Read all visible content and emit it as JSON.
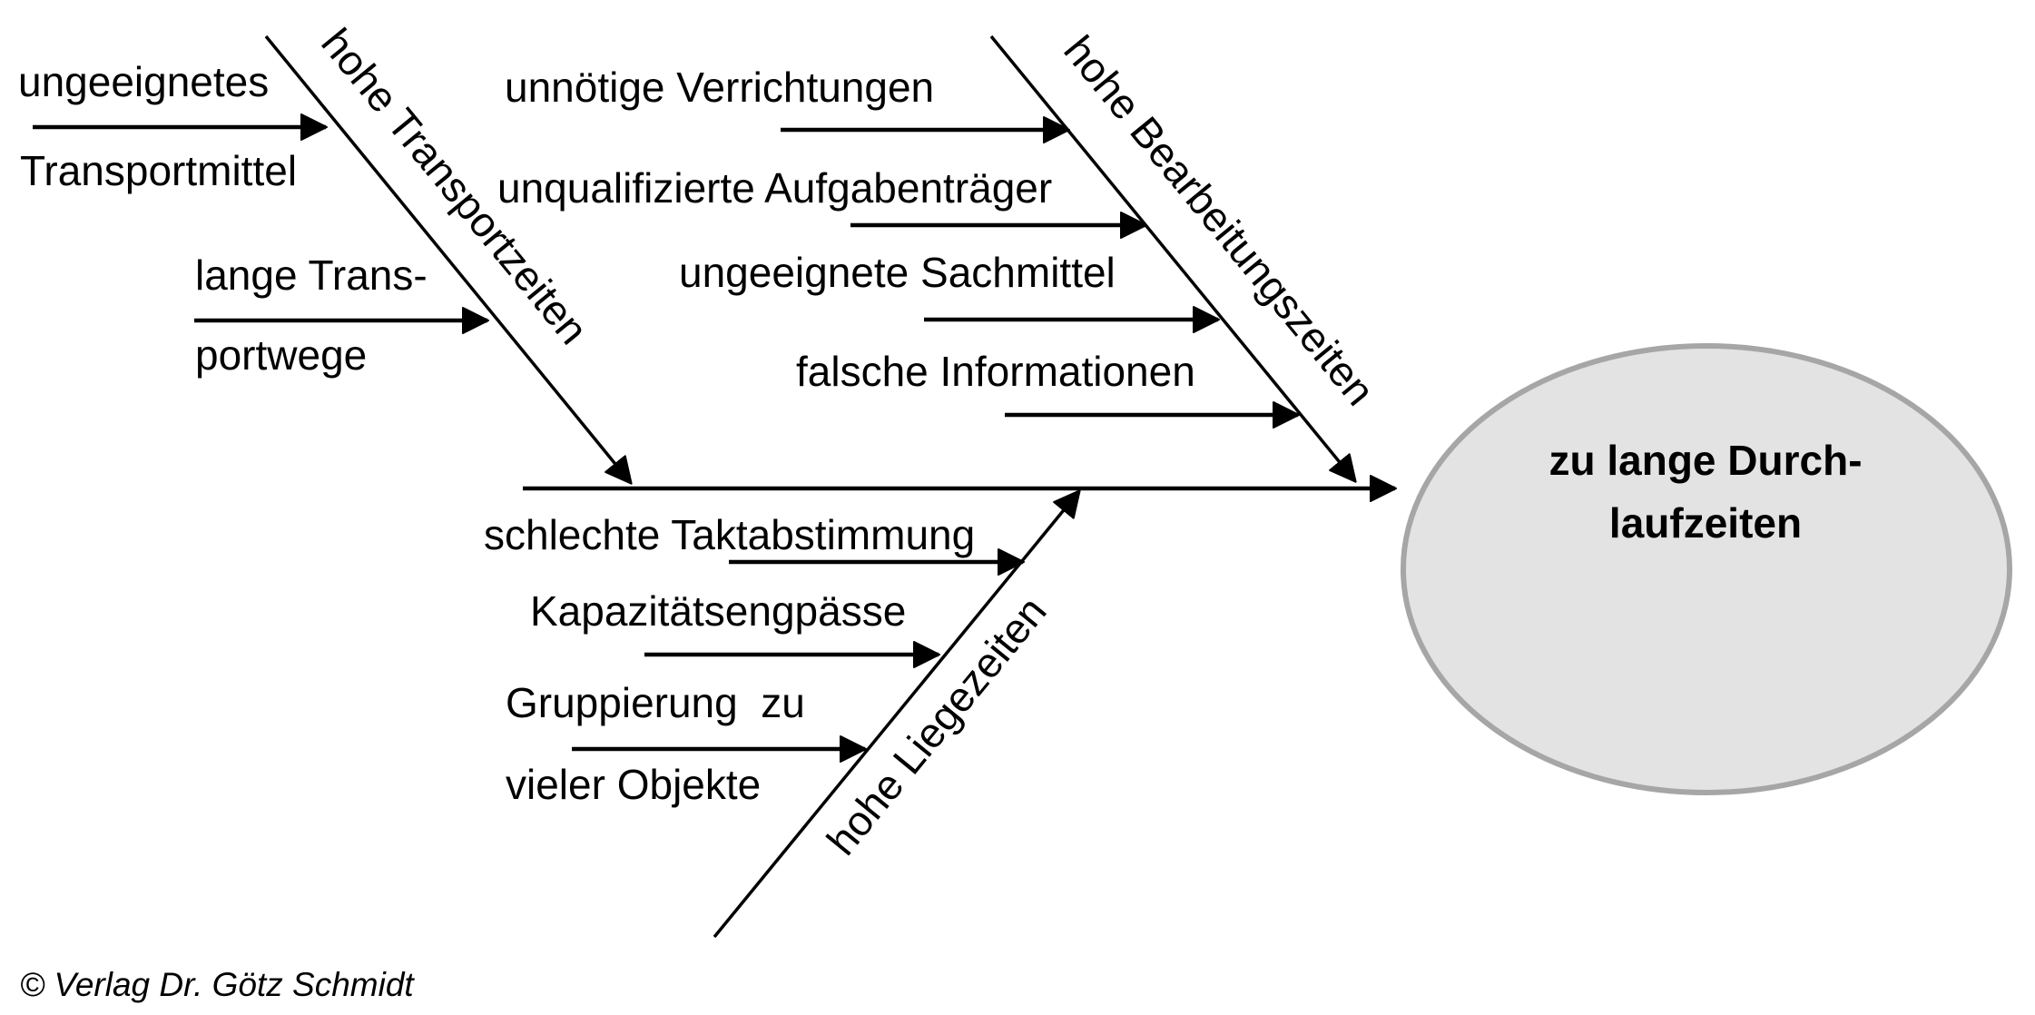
{
  "diagram": {
    "type": "fishbone",
    "effect": {
      "line1": "zu lange Durch-",
      "line2": "laufzeiten",
      "fill": "#e3e3e3",
      "stroke": "#a6a6a6"
    },
    "categories": [
      {
        "label": "hohe Transportzeiten",
        "causes": [
          {
            "line1": "ungeeignetes",
            "line2": "Transportmittel"
          },
          {
            "line1": "lange Trans-",
            "line2": "portwege"
          }
        ]
      },
      {
        "label": "hohe Bearbeitungszeiten",
        "causes": [
          {
            "line1": "unnötige Verrichtungen"
          },
          {
            "line1": "unqualifizierte Aufgabenträger"
          },
          {
            "line1": "ungeeignete Sachmittel"
          },
          {
            "line1": "falsche Informationen"
          }
        ]
      },
      {
        "label": "hohe Liegezeiten",
        "causes": [
          {
            "line1": "schlechte Taktabstimmung"
          },
          {
            "line1": "Kapazitätsengpässe"
          },
          {
            "line1": "Gruppierung  zu",
            "line2": "vieler Objekte"
          }
        ]
      }
    ]
  },
  "footer": {
    "copyright": "© Verlag Dr. Götz Schmidt"
  }
}
